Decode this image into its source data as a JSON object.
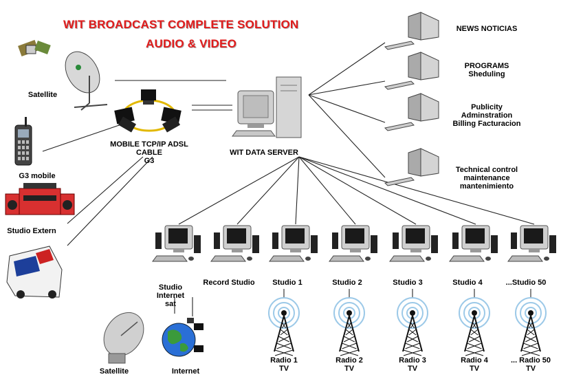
{
  "title": {
    "line1": "WIT BROADCAST COMPLETE SOLUTION",
    "line2": "AUDIO & VIDEO",
    "color": "#e01c1c"
  },
  "hub": {
    "server_label": "WIT DATA SERVER",
    "mobile_label": [
      "MOBILE TCP/IP ADSL",
      "CABLE",
      "G3"
    ]
  },
  "left_sources": [
    {
      "label": "Satellite"
    },
    {
      "label": "G3 mobile"
    },
    {
      "label": "Studio Extern"
    },
    {
      "label": ""
    }
  ],
  "management": [
    {
      "lines": [
        "NEWS NOTICIAS"
      ]
    },
    {
      "lines": [
        "PROGRAMS",
        "Sheduling"
      ]
    },
    {
      "lines": [
        "Publicity",
        "Adminstration",
        "Billing Facturacion"
      ]
    },
    {
      "lines": [
        "Technical control",
        "maintenance",
        "mantenimiento"
      ]
    }
  ],
  "studios": [
    {
      "lines": [
        "Studio",
        "Internet",
        "sat"
      ]
    },
    {
      "lines": [
        "Record Studio"
      ]
    },
    {
      "lines": [
        "Studio 1"
      ]
    },
    {
      "lines": [
        "Studio 2"
      ]
    },
    {
      "lines": [
        "Studio 3"
      ]
    },
    {
      "lines": [
        "Studio 4"
      ]
    },
    {
      "lines": [
        "...Studio 50"
      ]
    }
  ],
  "uplinks": [
    {
      "label": "Satellite"
    },
    {
      "label": "Internet"
    }
  ],
  "towers": [
    {
      "lines": [
        "Radio 1",
        "TV"
      ]
    },
    {
      "lines": [
        "Radio 2",
        "TV"
      ]
    },
    {
      "lines": [
        "Radio 3",
        "TV"
      ]
    },
    {
      "lines": [
        "Radio 4",
        "TV"
      ]
    },
    {
      "lines": [
        "... Radio 50",
        "TV"
      ]
    }
  ],
  "colors": {
    "line": "#222222",
    "monitor": "#cfcfcf",
    "screen": "#1a1a1a",
    "tower": "#111111",
    "wave": "#9cc9e8",
    "stereo": "#d83030",
    "globe": "#2a6fd6"
  },
  "icons": [
    "satellite-icon",
    "dish-icon",
    "mobile-phone-icon",
    "stereo-icon",
    "van-icon",
    "server-icon",
    "workstation-icon",
    "radio-tower-icon",
    "globe-icon",
    "monitor-icon"
  ]
}
